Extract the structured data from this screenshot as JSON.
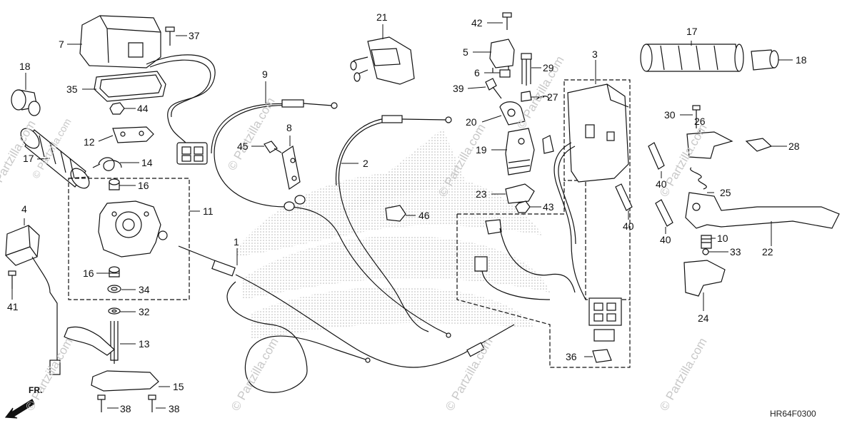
{
  "diagram_code": "HR64F0300",
  "direction_label": "FR.",
  "watermark_text": "© Partzilla.com",
  "callouts": [
    {
      "id": "c7",
      "text": "7"
    },
    {
      "id": "c37",
      "text": "37"
    },
    {
      "id": "c18a",
      "text": "18"
    },
    {
      "id": "c35",
      "text": "35"
    },
    {
      "id": "c44",
      "text": "44"
    },
    {
      "id": "c12",
      "text": "12"
    },
    {
      "id": "c14",
      "text": "14"
    },
    {
      "id": "c17a",
      "text": "17"
    },
    {
      "id": "c16a",
      "text": "16"
    },
    {
      "id": "c11",
      "text": "11"
    },
    {
      "id": "c16b",
      "text": "16"
    },
    {
      "id": "c34",
      "text": "34"
    },
    {
      "id": "c32",
      "text": "32"
    },
    {
      "id": "c13",
      "text": "13"
    },
    {
      "id": "c15",
      "text": "15"
    },
    {
      "id": "c38a",
      "text": "38"
    },
    {
      "id": "c38b",
      "text": "38"
    },
    {
      "id": "c4",
      "text": "4"
    },
    {
      "id": "c41",
      "text": "41"
    },
    {
      "id": "c9",
      "text": "9"
    },
    {
      "id": "c45",
      "text": "45"
    },
    {
      "id": "c8",
      "text": "8"
    },
    {
      "id": "c2",
      "text": "2"
    },
    {
      "id": "c46",
      "text": "46"
    },
    {
      "id": "c1",
      "text": "1"
    },
    {
      "id": "c21",
      "text": "21"
    },
    {
      "id": "c42",
      "text": "42"
    },
    {
      "id": "c5",
      "text": "5"
    },
    {
      "id": "c6",
      "text": "6"
    },
    {
      "id": "c29",
      "text": "29"
    },
    {
      "id": "c39",
      "text": "39"
    },
    {
      "id": "c27",
      "text": "27"
    },
    {
      "id": "c20",
      "text": "20"
    },
    {
      "id": "c19",
      "text": "19"
    },
    {
      "id": "c23",
      "text": "23"
    },
    {
      "id": "c43",
      "text": "43"
    },
    {
      "id": "c3",
      "text": "3"
    },
    {
      "id": "c36",
      "text": "36"
    },
    {
      "id": "c17b",
      "text": "17"
    },
    {
      "id": "c18b",
      "text": "18"
    },
    {
      "id": "c30",
      "text": "30"
    },
    {
      "id": "c26",
      "text": "26"
    },
    {
      "id": "c28",
      "text": "28"
    },
    {
      "id": "c40a",
      "text": "40"
    },
    {
      "id": "c25",
      "text": "25"
    },
    {
      "id": "c40b",
      "text": "40"
    },
    {
      "id": "c40c",
      "text": "40"
    },
    {
      "id": "c10",
      "text": "10"
    },
    {
      "id": "c33",
      "text": "33"
    },
    {
      "id": "c22",
      "text": "22"
    },
    {
      "id": "c24",
      "text": "24"
    }
  ]
}
